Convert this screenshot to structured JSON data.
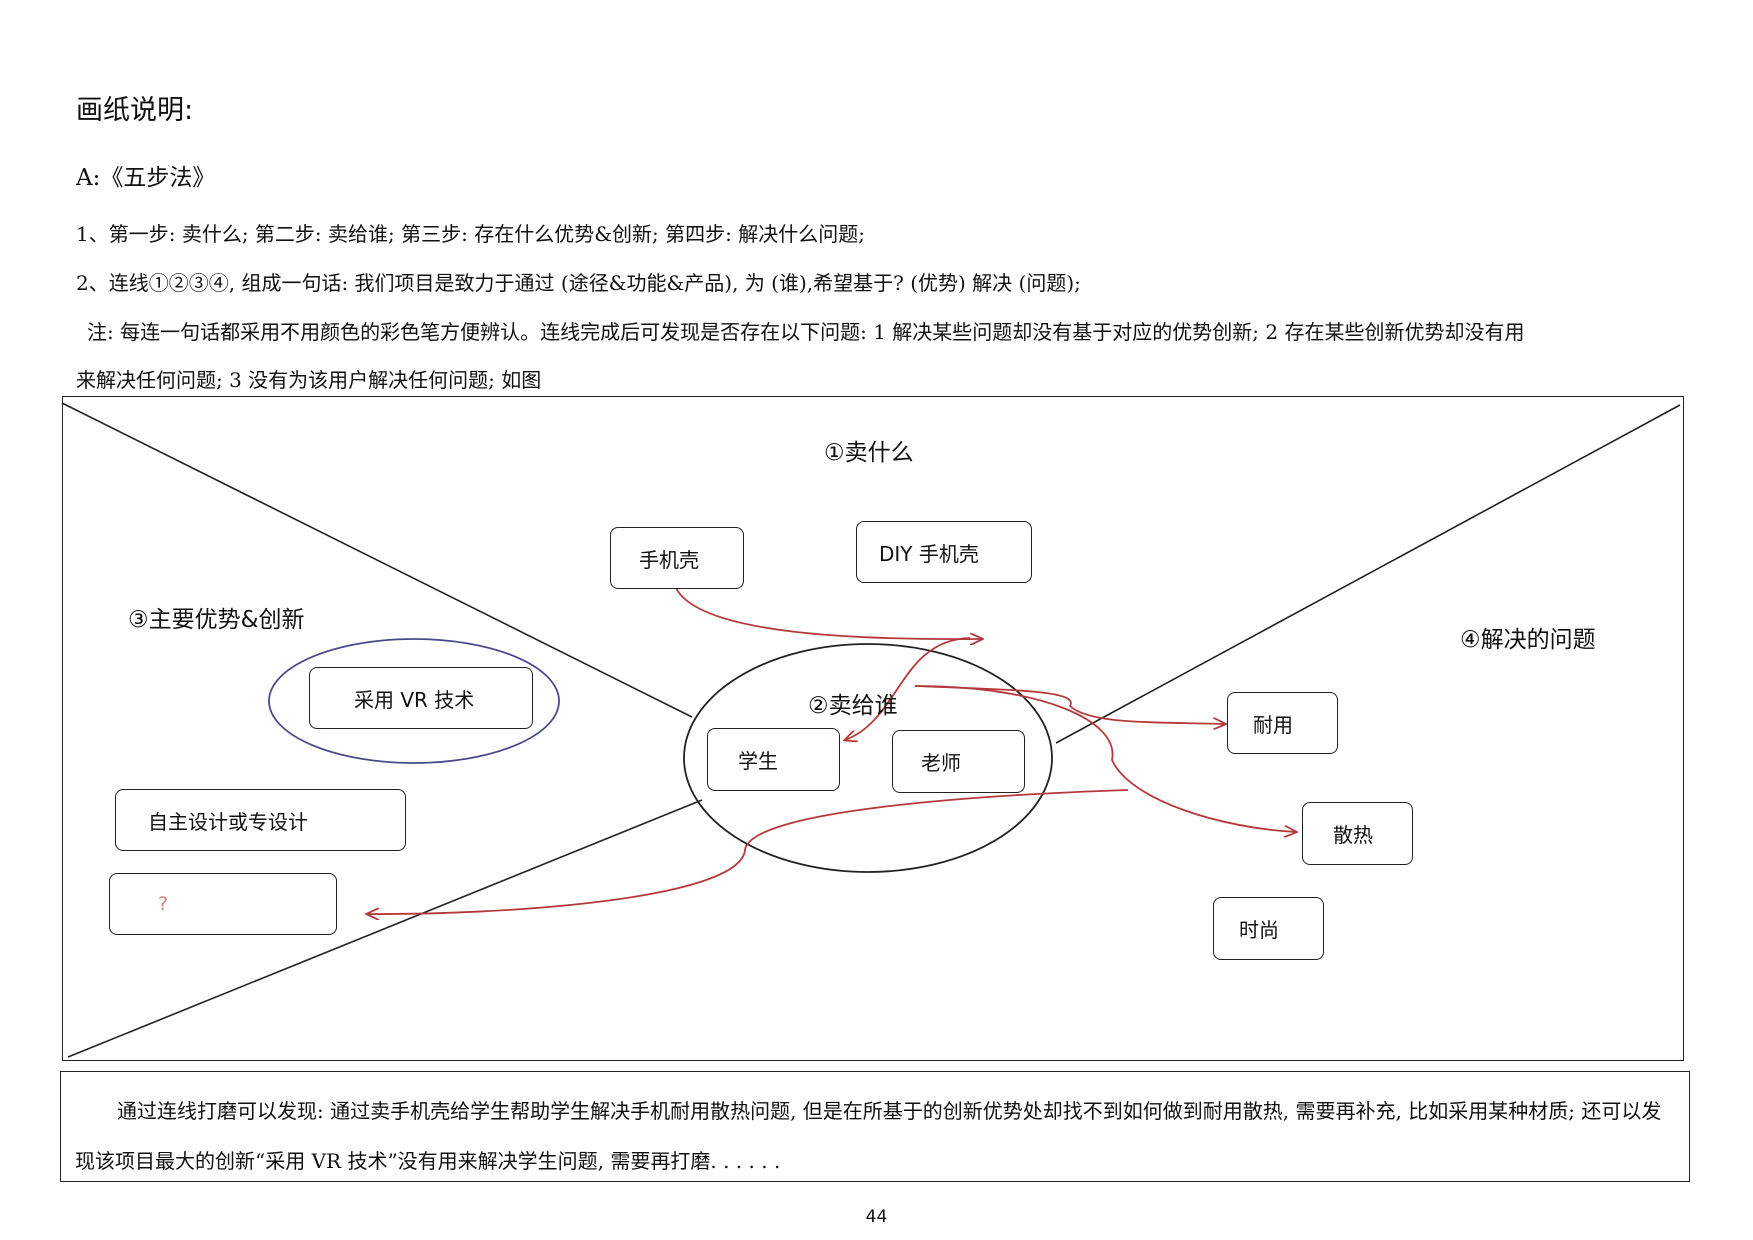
{
  "heading": "画纸说明:",
  "subheading": "A:《五步法》",
  "step_line": "1、第一步: 卖什么; 第二步: 卖给谁; 第三步: 存在什么优势&创新; 第四步: 解决什么问题;",
  "sentence_line": "2、连线①②③④, 组成一句话: 我们项目是致力于通过 (途径&功能&产品), 为 (谁),希望基于? (优势) 解决 (问题);",
  "note_line1": "注: 每连一句话都采用不用颜色的彩色笔方便辨认。连线完成后可发现是否存在以下问题: 1 解决某些问题却没有基于对应的优势创新; 2 存在某些创新优势却没有用",
  "note_line2": "来解决任何问题; 3 没有为该用户解决任何问题; 如图",
  "diagram": {
    "label_what": "①卖什么",
    "label_who": "②卖给谁",
    "label_advantage": "③主要优势&创新",
    "label_problem": "④解决的问题",
    "what_items": [
      "手机壳",
      "DIY 手机壳"
    ],
    "who_items": [
      "学生",
      "老师"
    ],
    "advantage_items": [
      "采用 VR 技术",
      "自主设计或专设计",
      "?"
    ],
    "problem_items": [
      "耐用",
      "散热",
      "时尚"
    ],
    "colors": {
      "arrow": "#b5393b",
      "ellipse_vr": "#4a4a8a",
      "question": "#d9807d"
    }
  },
  "summary": "通过连线打磨可以发现: 通过卖手机壳给学生帮助学生解决手机耐用散热问题, 但是在所基于的创新优势处却找不到如何做到耐用散热, 需要再补充, 比如采用某种材质; 还可以发现该项目最大的创新“采用 VR 技术”没有用来解决学生问题, 需要再打磨. . . . . .",
  "page_number": "44"
}
